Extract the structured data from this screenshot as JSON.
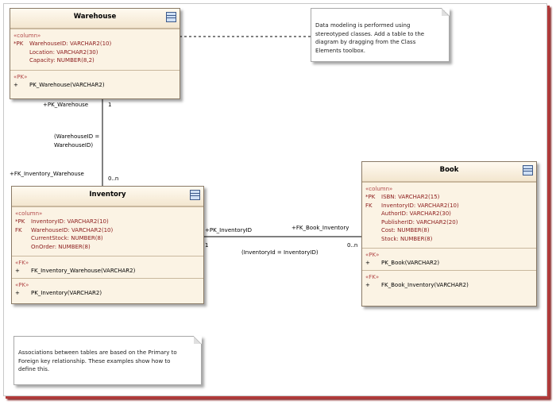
{
  "warehouse": {
    "title": "Warehouse",
    "column_stereotype": "«column»",
    "columns": [
      {
        "prefix": "*PK",
        "text": "WarehouseID:  VARCHAR2(10)"
      },
      {
        "prefix": "",
        "text": "Location:  VARCHAR2(30)"
      },
      {
        "prefix": "",
        "text": "Capacity:  NUMBER(8,2)"
      }
    ],
    "pk_stereotype": "«PK»",
    "pk_methods": [
      {
        "prefix": "+",
        "text": "PK_Warehouse(VARCHAR2)"
      }
    ]
  },
  "inventory": {
    "title": "Inventory",
    "column_stereotype": "«column»",
    "columns": [
      {
        "prefix": "*PK",
        "text": "InventoryID:  VARCHAR2(10)"
      },
      {
        "prefix": "FK",
        "text": "WarehouseID:  VARCHAR2(10)"
      },
      {
        "prefix": "",
        "text": "CurrentStock:  NUMBER(8)"
      },
      {
        "prefix": "",
        "text": "OnOrder:  NUMBER(8)"
      }
    ],
    "fk_stereotype": "«FK»",
    "fk_methods": [
      {
        "prefix": "+",
        "text": "FK_Inventory_Warehouse(VARCHAR2)"
      }
    ],
    "pk_stereotype": "«PK»",
    "pk_methods": [
      {
        "prefix": "+",
        "text": "PK_Inventory(VARCHAR2)"
      }
    ]
  },
  "book": {
    "title": "Book",
    "column_stereotype": "«column»",
    "columns": [
      {
        "prefix": "*PK",
        "text": "ISBN:  VARCHAR2(15)"
      },
      {
        "prefix": "FK",
        "text": "InventoryID:  VARCHAR2(10)"
      },
      {
        "prefix": "",
        "text": "AuthorID:  VARCHAR2(30)"
      },
      {
        "prefix": "",
        "text": "PublisherID:  VARCHAR2(20)"
      },
      {
        "prefix": "",
        "text": "Cost:  NUMBER(8)"
      },
      {
        "prefix": "",
        "text": "Stock:  NUMBER(8)"
      }
    ],
    "pk_stereotype": "«PK»",
    "pk_methods": [
      {
        "prefix": "+",
        "text": "PK_Book(VARCHAR2)"
      }
    ],
    "fk_stereotype": "«FK»",
    "fk_methods": [
      {
        "prefix": "+",
        "text": "FK_Book_Inventory(VARCHAR2)"
      }
    ]
  },
  "notes": {
    "top": [
      "Data modeling is performed using",
      "stereotyped classes. Add a table to the",
      "diagram by dragging from the Class",
      "Elements toolbox."
    ],
    "bottom": [
      "Associations between tables are based on the Primary to",
      "Foreign key relationship. These examples show how to",
      "define this."
    ]
  },
  "labels": {
    "pk_warehouse_role": "+PK_Warehouse",
    "pk_warehouse_mult": "1",
    "join1_line1": "(WarehouseID =",
    "join1_line2": "WarehouseID)",
    "fk_inv_wh_role": "+FK_Inventory_Warehouse",
    "fk_inv_wh_mult": "0..n",
    "pk_inventory_role": "+PK_InventoryID",
    "pk_inventory_mult": "1",
    "fk_book_inv_role": "+FK_Book_Inventory",
    "fk_book_inv_mult": "0..n",
    "join2": "(InventoryId = InventoryID)"
  }
}
